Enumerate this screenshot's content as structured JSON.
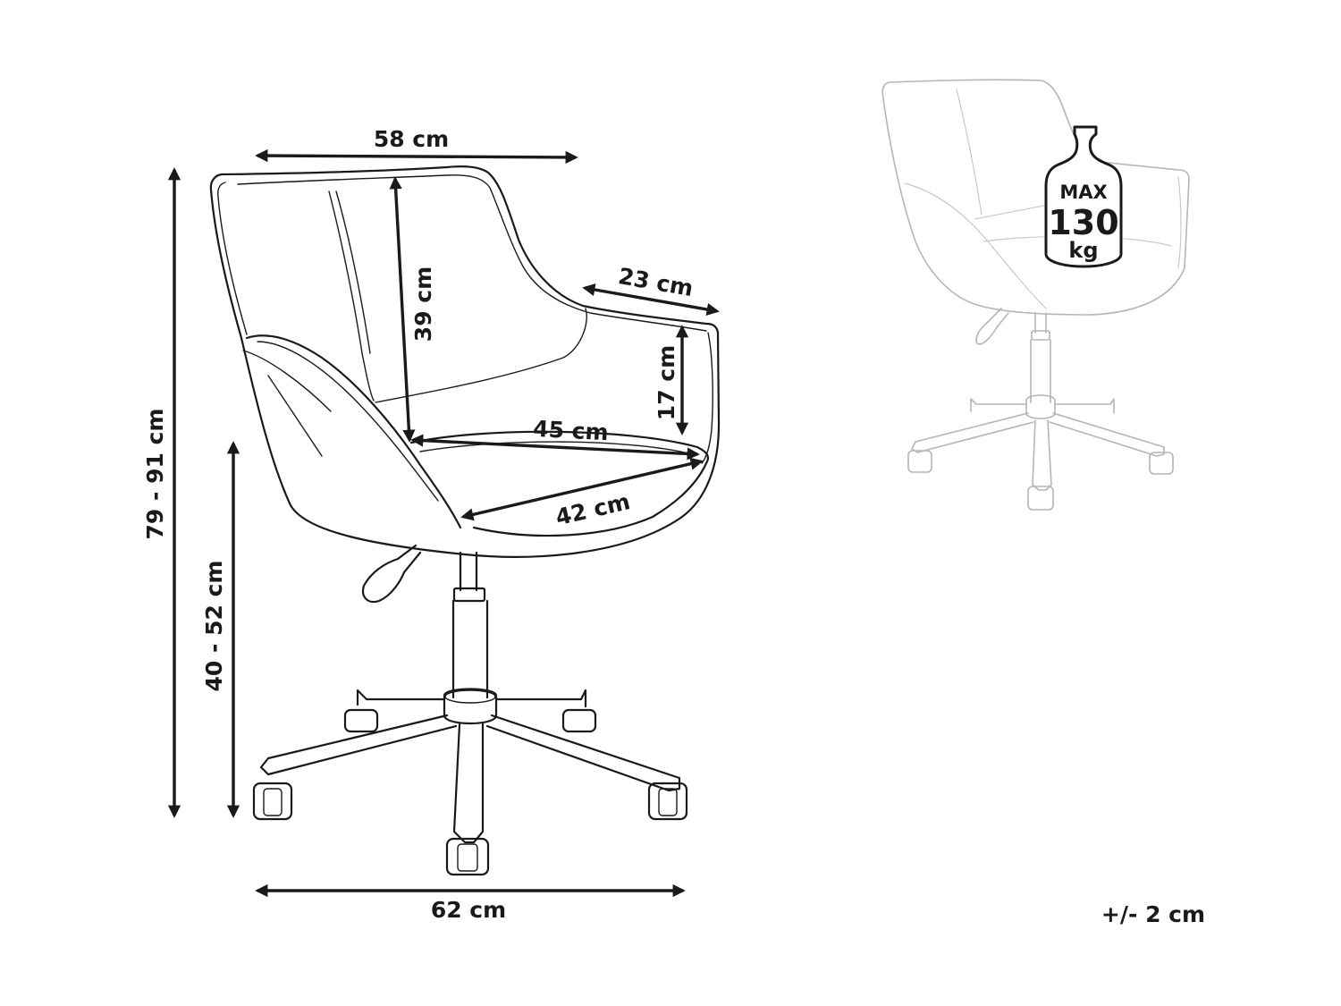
{
  "dimensions": {
    "width_top": "58 cm",
    "backrest_height": "39 cm",
    "armrest_length": "23 cm",
    "armrest_height": "17 cm",
    "seat_width": "45 cm",
    "seat_depth": "42 cm",
    "total_height": "79 - 91 cm",
    "seat_height": "40 - 52 cm",
    "base_width": "62 cm"
  },
  "max_load": {
    "line1": "MAX",
    "line2": "130",
    "line3": "kg"
  },
  "tolerance": "+/- 2 cm"
}
